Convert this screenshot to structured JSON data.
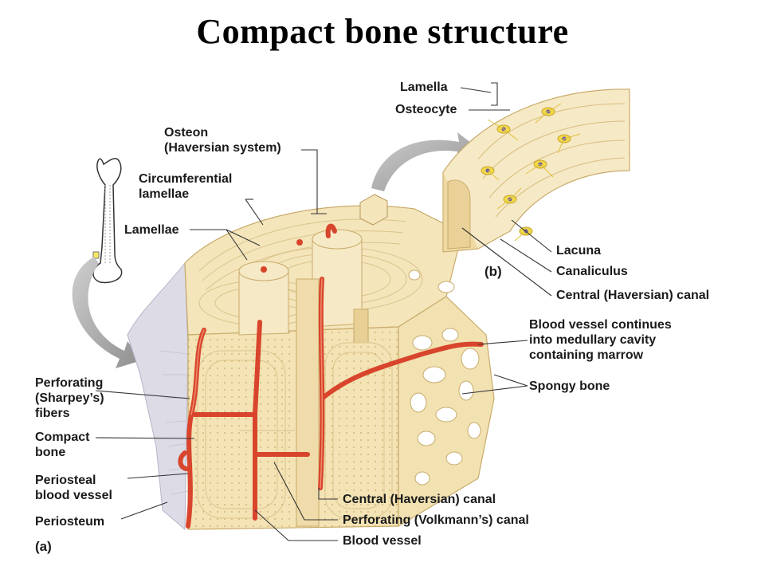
{
  "title": "Compact bone structure",
  "colors": {
    "bone_light": "#f6e8c0",
    "bone_mid": "#ecd59c",
    "bone_dark": "#c9ab6a",
    "vessel": "#d8452c",
    "osteocyte": "#f1d84a",
    "periosteum": "#d9d7e3",
    "arrow_gray": "#a9a9a9"
  },
  "labels": {
    "osteon": [
      "Osteon",
      "(Haversian system)"
    ],
    "circumferential": [
      "Circumferential",
      "lamellae"
    ],
    "lamellae": "Lamellae",
    "perforating_fibers": [
      "Perforating",
      "(Sharpey’s)",
      "fibers"
    ],
    "compact_bone": [
      "Compact",
      "bone"
    ],
    "periosteal_vessel": [
      "Periosteal",
      "blood vessel"
    ],
    "periosteum": "Periosteum",
    "panel_a": "(a)",
    "lamella": "Lamella",
    "osteocyte": "Osteocyte",
    "lacuna": "Lacuna",
    "canaliculus": "Canaliculus",
    "panel_b": "(b)",
    "central_canal_b": "Central (Haversian) canal",
    "vessel_continues": [
      "Blood vessel continues",
      "into medullary cavity",
      "containing marrow"
    ],
    "spongy_bone": "Spongy bone",
    "central_canal_a": "Central (Haversian) canal",
    "perforating_canal": "Perforating (Volkmann’s) canal",
    "blood_vessel": "Blood vessel"
  }
}
